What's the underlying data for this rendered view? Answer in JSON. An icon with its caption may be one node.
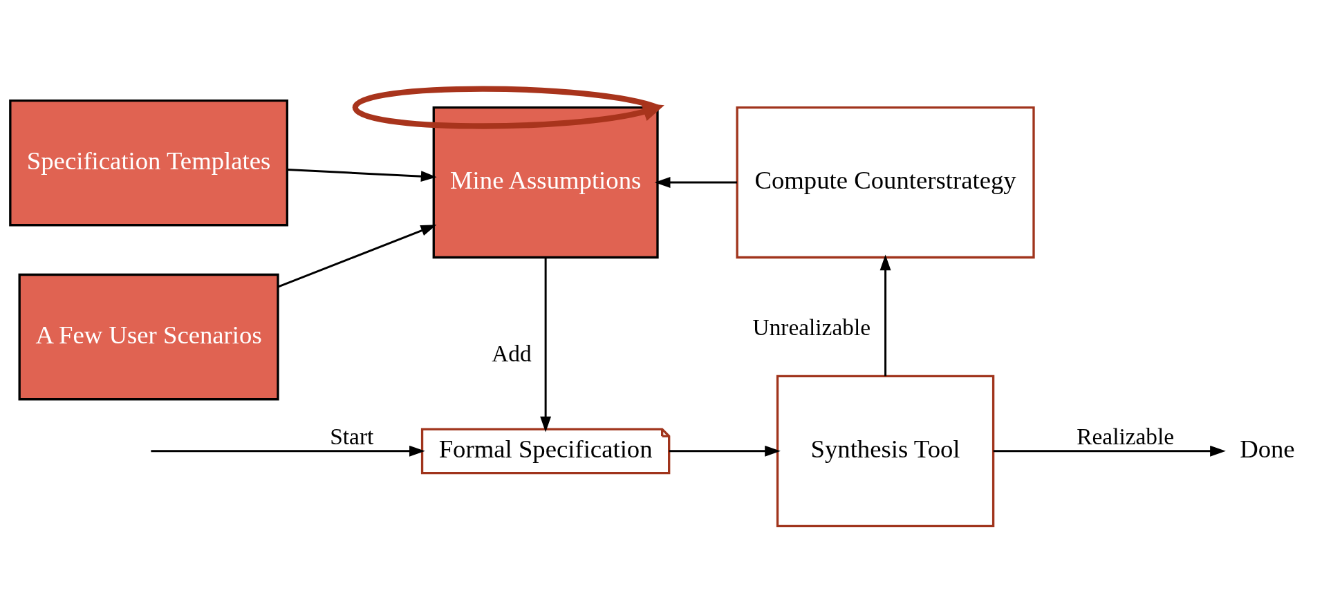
{
  "diagram": {
    "nodes": [
      {
        "text": [
          "Formal Specification"
        ]
      },
      {
        "text": [
          "Synthesis Tool"
        ]
      },
      {
        "text": [
          "Specification Templates"
        ]
      },
      {
        "text": [
          "Mine Assumptions"
        ]
      },
      {
        "text": [
          "Compute Counterstrategy"
        ]
      },
      {
        "text": [
          "A Few User Scenarios"
        ]
      },
      {
        "text": [
          "Done"
        ]
      }
    ],
    "edges": [
      {
        "from": null,
        "to": 0,
        "arrow": "to",
        "label": "Start"
      },
      {
        "from": 0,
        "to": 1,
        "arrow": "to"
      },
      {
        "from": 1,
        "to": 6,
        "arrow": "to",
        "label": "Realizable"
      },
      {
        "from": 1,
        "to": 4,
        "arrow": "to",
        "label": "Unrealizable"
      },
      {
        "from": 4,
        "to": 3,
        "arrow": "to"
      },
      {
        "from": 3,
        "to": 0,
        "arrow": "to",
        "label": "Add"
      },
      {
        "from": 2,
        "to": 3,
        "arrow": "to"
      },
      {
        "from": 5,
        "to": 3,
        "arrow": "to"
      },
      {
        "from": 3,
        "to": 3,
        "arrow": "to",
        "style": "thick",
        "color": "#a8341c"
      }
    ]
  }
}
